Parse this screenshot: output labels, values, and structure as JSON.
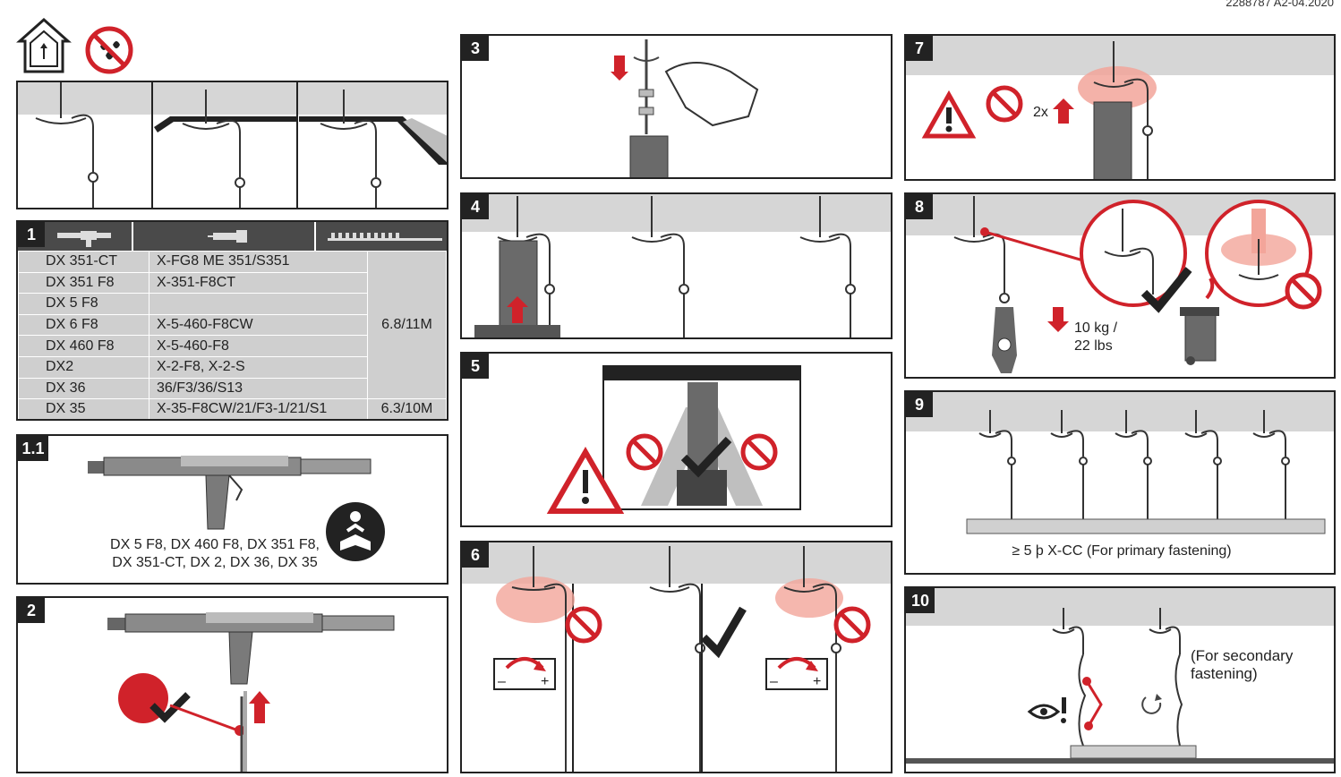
{
  "doc_id": "2288787 A2-04.2020",
  "steps": {
    "s1": "1",
    "s1_1": "1.1",
    "s2": "2",
    "s3": "3",
    "s4": "4",
    "s5": "5",
    "s6": "6",
    "s7": "7",
    "s8": "8",
    "s9": "9",
    "s10": "10"
  },
  "tools_table": {
    "rows": [
      {
        "tool": "DX 351-CT",
        "fastener": "X-FG8 ME 351/S351"
      },
      {
        "tool": "DX 351 F8",
        "fastener": "X-351-F8CT"
      },
      {
        "tool": "DX 5 F8",
        "fastener": ""
      },
      {
        "tool": "DX 6 F8",
        "fastener": "X-5-460-F8CW"
      },
      {
        "tool": "DX 460 F8",
        "fastener": "X-5-460-F8"
      },
      {
        "tool": "DX2",
        "fastener": "X-2-F8, X-2-S"
      },
      {
        "tool": "DX 36",
        "fastener": "36/F3/36/S13"
      },
      {
        "tool": "DX 35",
        "fastener": "X-35-F8CW/21/F3-1/21/S1"
      }
    ],
    "cartridge_a": "6.8/11M",
    "cartridge_b": "6.3/10M"
  },
  "step1_1": {
    "caption_line1": "DX 5 F8, DX 460 F8, DX 351 F8,",
    "caption_line2": "DX 351-CT, DX 2, DX 36, DX 35"
  },
  "step7": {
    "repeat": "2x"
  },
  "step8": {
    "load_line1": "10 kg /",
    "load_line2": "22 lbs"
  },
  "step9": {
    "caption": "≥ 5 þ X-CC (For primary fastening)"
  },
  "step10": {
    "note_line1": "(For secondary",
    "note_line2": "fastening)"
  },
  "colors": {
    "accent_red": "#d0222a",
    "dark": "#222222",
    "concrete": "#d6d6d6",
    "table_bg": "#cfcfcf"
  }
}
